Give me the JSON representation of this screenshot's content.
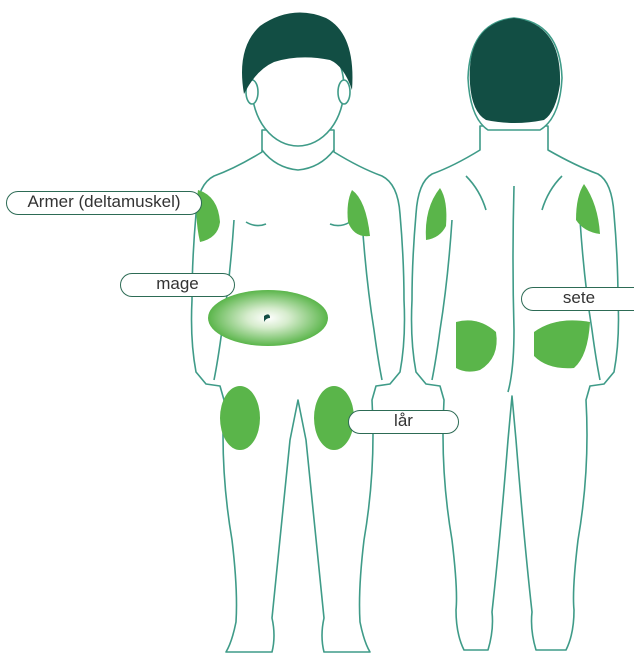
{
  "labels": {
    "arms": "Armer (deltamuskel)",
    "belly": "mage",
    "thighs": "lår",
    "buttocks": "sete"
  },
  "colors": {
    "outline": "#3f9b88",
    "hair": "#124e44",
    "injection_zone": "#5ab54a",
    "injection_zone_center": "#ffffff",
    "label_border": "#2d6b55",
    "label_text": "#333333"
  },
  "views": [
    "front",
    "back"
  ]
}
